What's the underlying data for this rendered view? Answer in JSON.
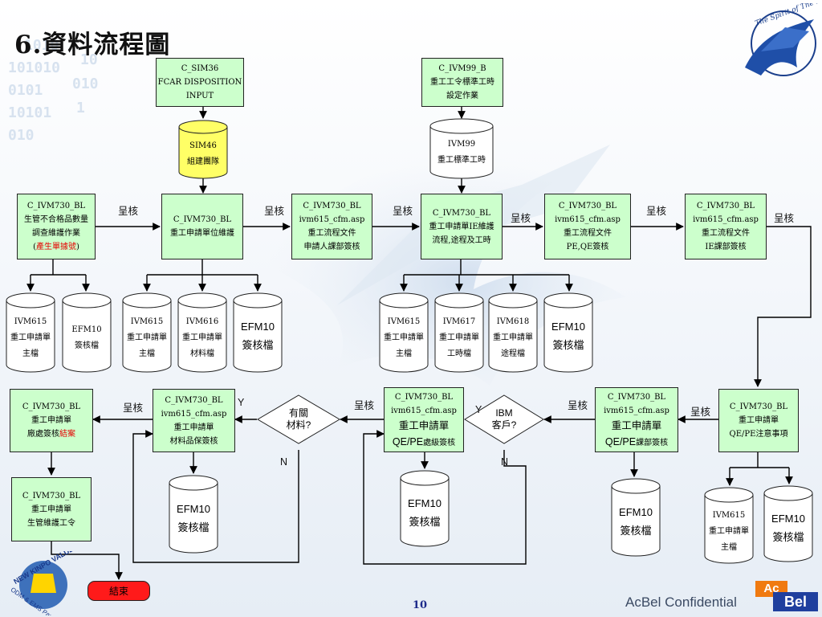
{
  "title": "6.資料流程圖",
  "page_number": "10",
  "confidential": "AcBel Confidential",
  "acbel_logo": {
    "top": "Ac",
    "bottom": "Bel"
  },
  "eagle_logo_text": "The Spirit of The Eagle",
  "kinpo_logo_text": [
    "NEW KINPO VALUE",
    "ODM & EMS Partner"
  ],
  "end_button": "結束",
  "boxes": {
    "sim36": [
      "C_SIM36",
      "FCAR DISPOSITION",
      "INPUT"
    ],
    "ivm99b": [
      "C_IVM99_B",
      "重工工令標準工時",
      "設定作業"
    ],
    "bl_qty": [
      "C_IVM730_BL",
      "生管不合格品數量",
      "調查維護作業"
    ],
    "bl_qty_paren": {
      "open": "(",
      "red": "產生單據號",
      "close": ")"
    },
    "bl_unit": [
      "C_IVM730_BL",
      "重工申請單位維護"
    ],
    "bl_req": [
      "C_IVM730_BL",
      "ivm615_cfm.asp",
      "重工流程文件",
      "申請人課部簽核"
    ],
    "bl_ie": [
      "C_IVM730_BL",
      "重工申請單IE維護",
      "流程,途程及工時"
    ],
    "bl_peqe": [
      "C_IVM730_BL",
      "ivm615_cfm.asp",
      "重工流程文件",
      "PE,QE簽核"
    ],
    "bl_iesign": [
      "C_IVM730_BL",
      "ivm615_cfm.asp",
      "重工流程文件",
      "IE課部簽核"
    ],
    "bl_note": [
      "C_IVM730_BL",
      "重工申請單",
      "QE/PE注意事項"
    ],
    "bl_qepe_dept": {
      "line1": "C_IVM730_BL",
      "line2": "ivm615_cfm.asp",
      "line3": "重工申請單",
      "line4_a": "QE/PE",
      "line4_b": "課部簽核"
    },
    "bl_qepe_office": {
      "line1": "C_IVM730_BL",
      "line2": "ivm615_cfm.asp",
      "line3": "重工申請單",
      "line4_a": "QE/PE",
      "line4_b": "處級簽核"
    },
    "bl_material": [
      "C_IVM730_BL",
      "ivm615_cfm.asp",
      "重工申請單",
      "材料品保簽核"
    ],
    "bl_plant": {
      "line1": "C_IVM730_BL",
      "line2": "重工申請單",
      "line3_a": "廠處簽核",
      "line3_b": "結案"
    },
    "bl_maint": [
      "C_IVM730_BL",
      "重工申請單",
      "生管維護工令"
    ]
  },
  "cylinders": {
    "sim46": [
      "SIM46",
      "組建團隊"
    ],
    "ivm99": [
      "IVM99",
      "重工標準工時"
    ],
    "a_ivm615": [
      "IVM615",
      "重工申請單",
      "主檔"
    ],
    "a_efm10": [
      "EFM10",
      "簽核檔"
    ],
    "b_ivm615": [
      "IVM615",
      "重工申請單",
      "主檔"
    ],
    "b_ivm616": [
      "IVM616",
      "重工申請單",
      "材料檔"
    ],
    "b_efm10": [
      "EFM10",
      "簽核檔"
    ],
    "c_ivm615": [
      "IVM615",
      "重工申請單",
      "主檔"
    ],
    "c_ivm617": [
      "IVM617",
      "重工申請單",
      "工時檔"
    ],
    "c_ivm618": [
      "IVM618",
      "重工申請單",
      "途程檔"
    ],
    "c_efm10": [
      "EFM10",
      "簽核檔"
    ],
    "d_ivm615": [
      "IVM615",
      "重工申請單",
      "主檔"
    ],
    "d_efm10": [
      "EFM10",
      "簽核檔"
    ],
    "e_efm10": [
      "EFM10",
      "簽核檔"
    ],
    "f_efm10": [
      "EFM10",
      "簽核檔"
    ],
    "g_efm10": [
      "EFM10",
      "簽核檔"
    ]
  },
  "decisions": {
    "material": [
      "有關",
      "材料?"
    ],
    "ibm": [
      "IBM",
      "客戶?"
    ]
  },
  "labels": {
    "submit": "呈核",
    "yes": "Y",
    "no": "N"
  },
  "colors": {
    "process_fill": "#ccffcc",
    "datastore_fill": "#ffffff",
    "team_store_fill": "#ffff66",
    "end_fill": "#ff1a1a",
    "highlight_text": "#e60000"
  }
}
